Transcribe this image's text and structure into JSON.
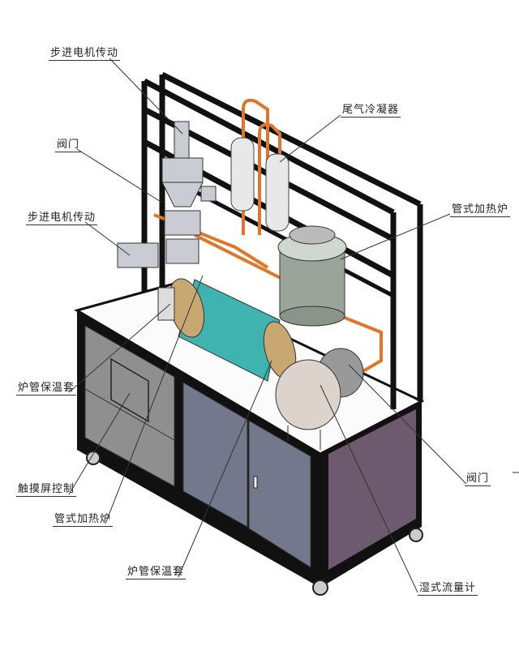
{
  "labels": {
    "stepper_top": "步进电机传动",
    "valve_top": "阀门",
    "stepper_mid": "步进电机传动",
    "exhaust_condenser": "尾气冷凝器",
    "tube_furnace_right": "管式加热炉",
    "insulation_left": "炉管保温套",
    "touchscreen": "触摸屏控制",
    "tube_furnace_left": "管式加热炉",
    "insulation_bottom": "炉管保温套",
    "valve_right": "阀门",
    "wet_flowmeter": "湿式流量计"
  },
  "colors": {
    "frame": "#111111",
    "furnace": "#3fb3b0",
    "pipe": "#e0762a",
    "cabinet_panel": "#74788c",
    "side_panel": "#6e5a6e",
    "touch_panel": "#8f8f8f",
    "reactor": "#9aa49a"
  }
}
